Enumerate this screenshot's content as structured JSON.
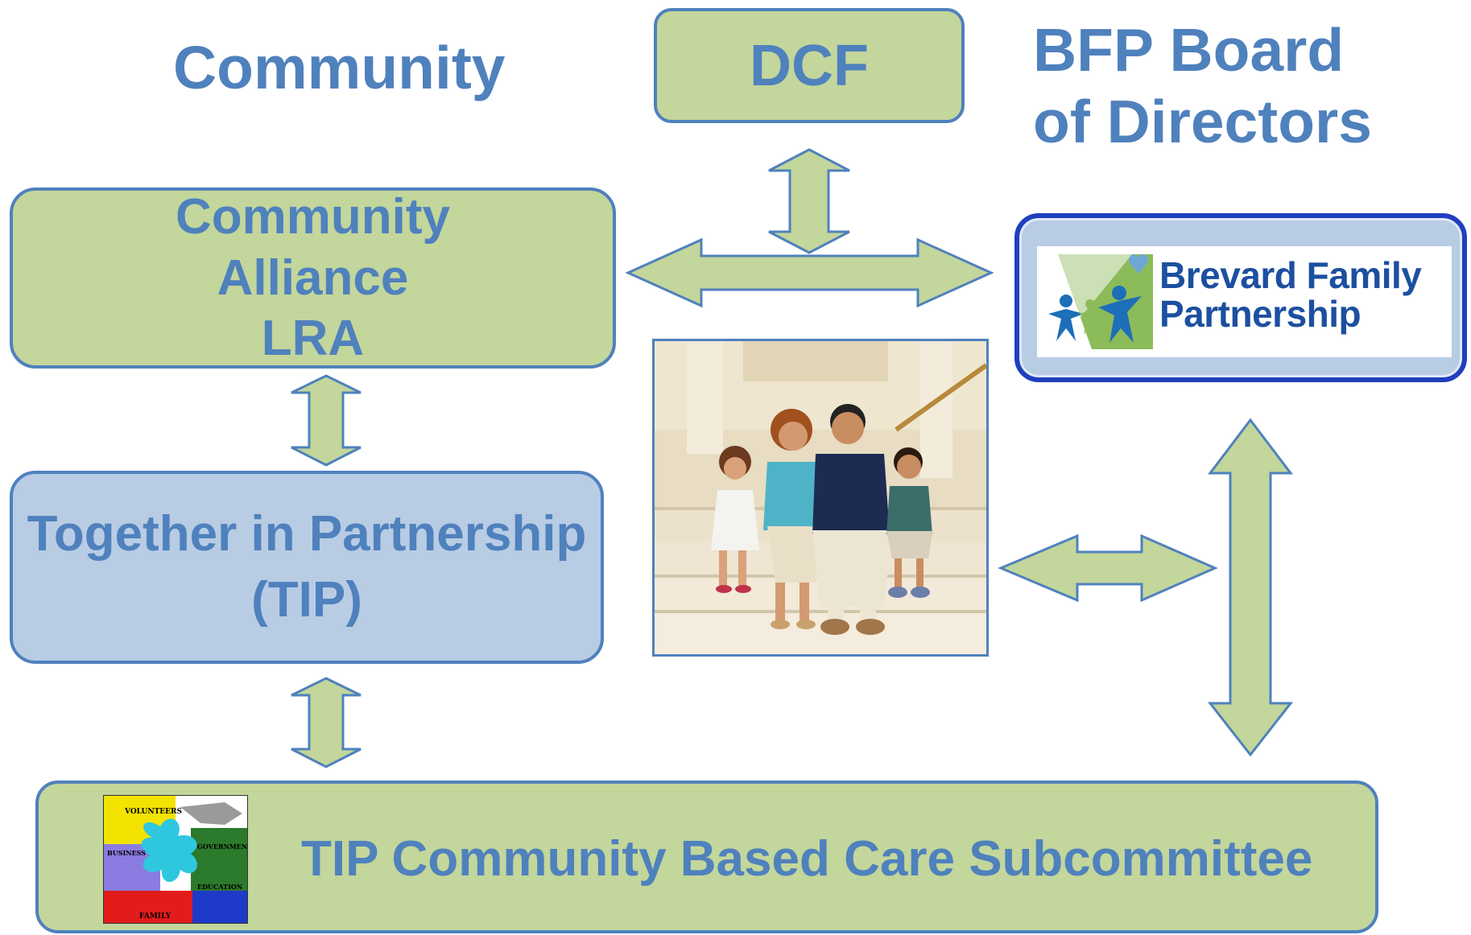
{
  "headings": {
    "community": "Community",
    "board_line1": "BFP Board",
    "board_line2": "of Directors"
  },
  "boxes": {
    "dcf": "DCF",
    "alliance": [
      "Community",
      "Alliance",
      "LRA"
    ],
    "tip": [
      "Together in Partnership",
      "(TIP)"
    ],
    "subcommittee": "TIP Community Based Care Subcommittee"
  },
  "logos": {
    "bfp_line1": "Brevard Family",
    "bfp_line2": "Partnership",
    "puzzle_labels": [
      "VOLUNTEERS",
      "GOVERNMENT",
      "BUSINESS",
      "EDUCATION",
      "FAMILY"
    ]
  },
  "colors": {
    "box_green": "#c3d69b",
    "box_blue": "#b8cce4",
    "text_blue": "#4f81bd",
    "bfp_border": "#1f3fbf",
    "arrow_fill": "#c3d69b"
  }
}
